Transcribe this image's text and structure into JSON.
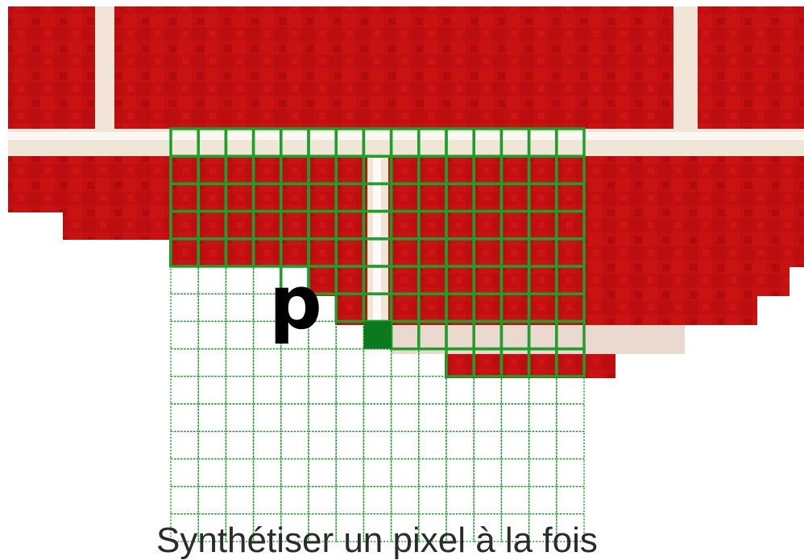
{
  "figure": {
    "pixel_label": "p",
    "caption": "Synthétiser un pixel à la fois"
  },
  "colors": {
    "texture_red": "#c00f10",
    "texture_dark_red": "#a80c0d",
    "mortar": "#efe6d8",
    "grid_green": "#1f9e2a",
    "target_pixel": "#0b7a1e",
    "caption_text": "#2b2b2b"
  },
  "grid": {
    "columns": 15,
    "rows": 15,
    "known_rows_full": [
      0,
      1,
      2,
      3,
      4
    ]
  }
}
